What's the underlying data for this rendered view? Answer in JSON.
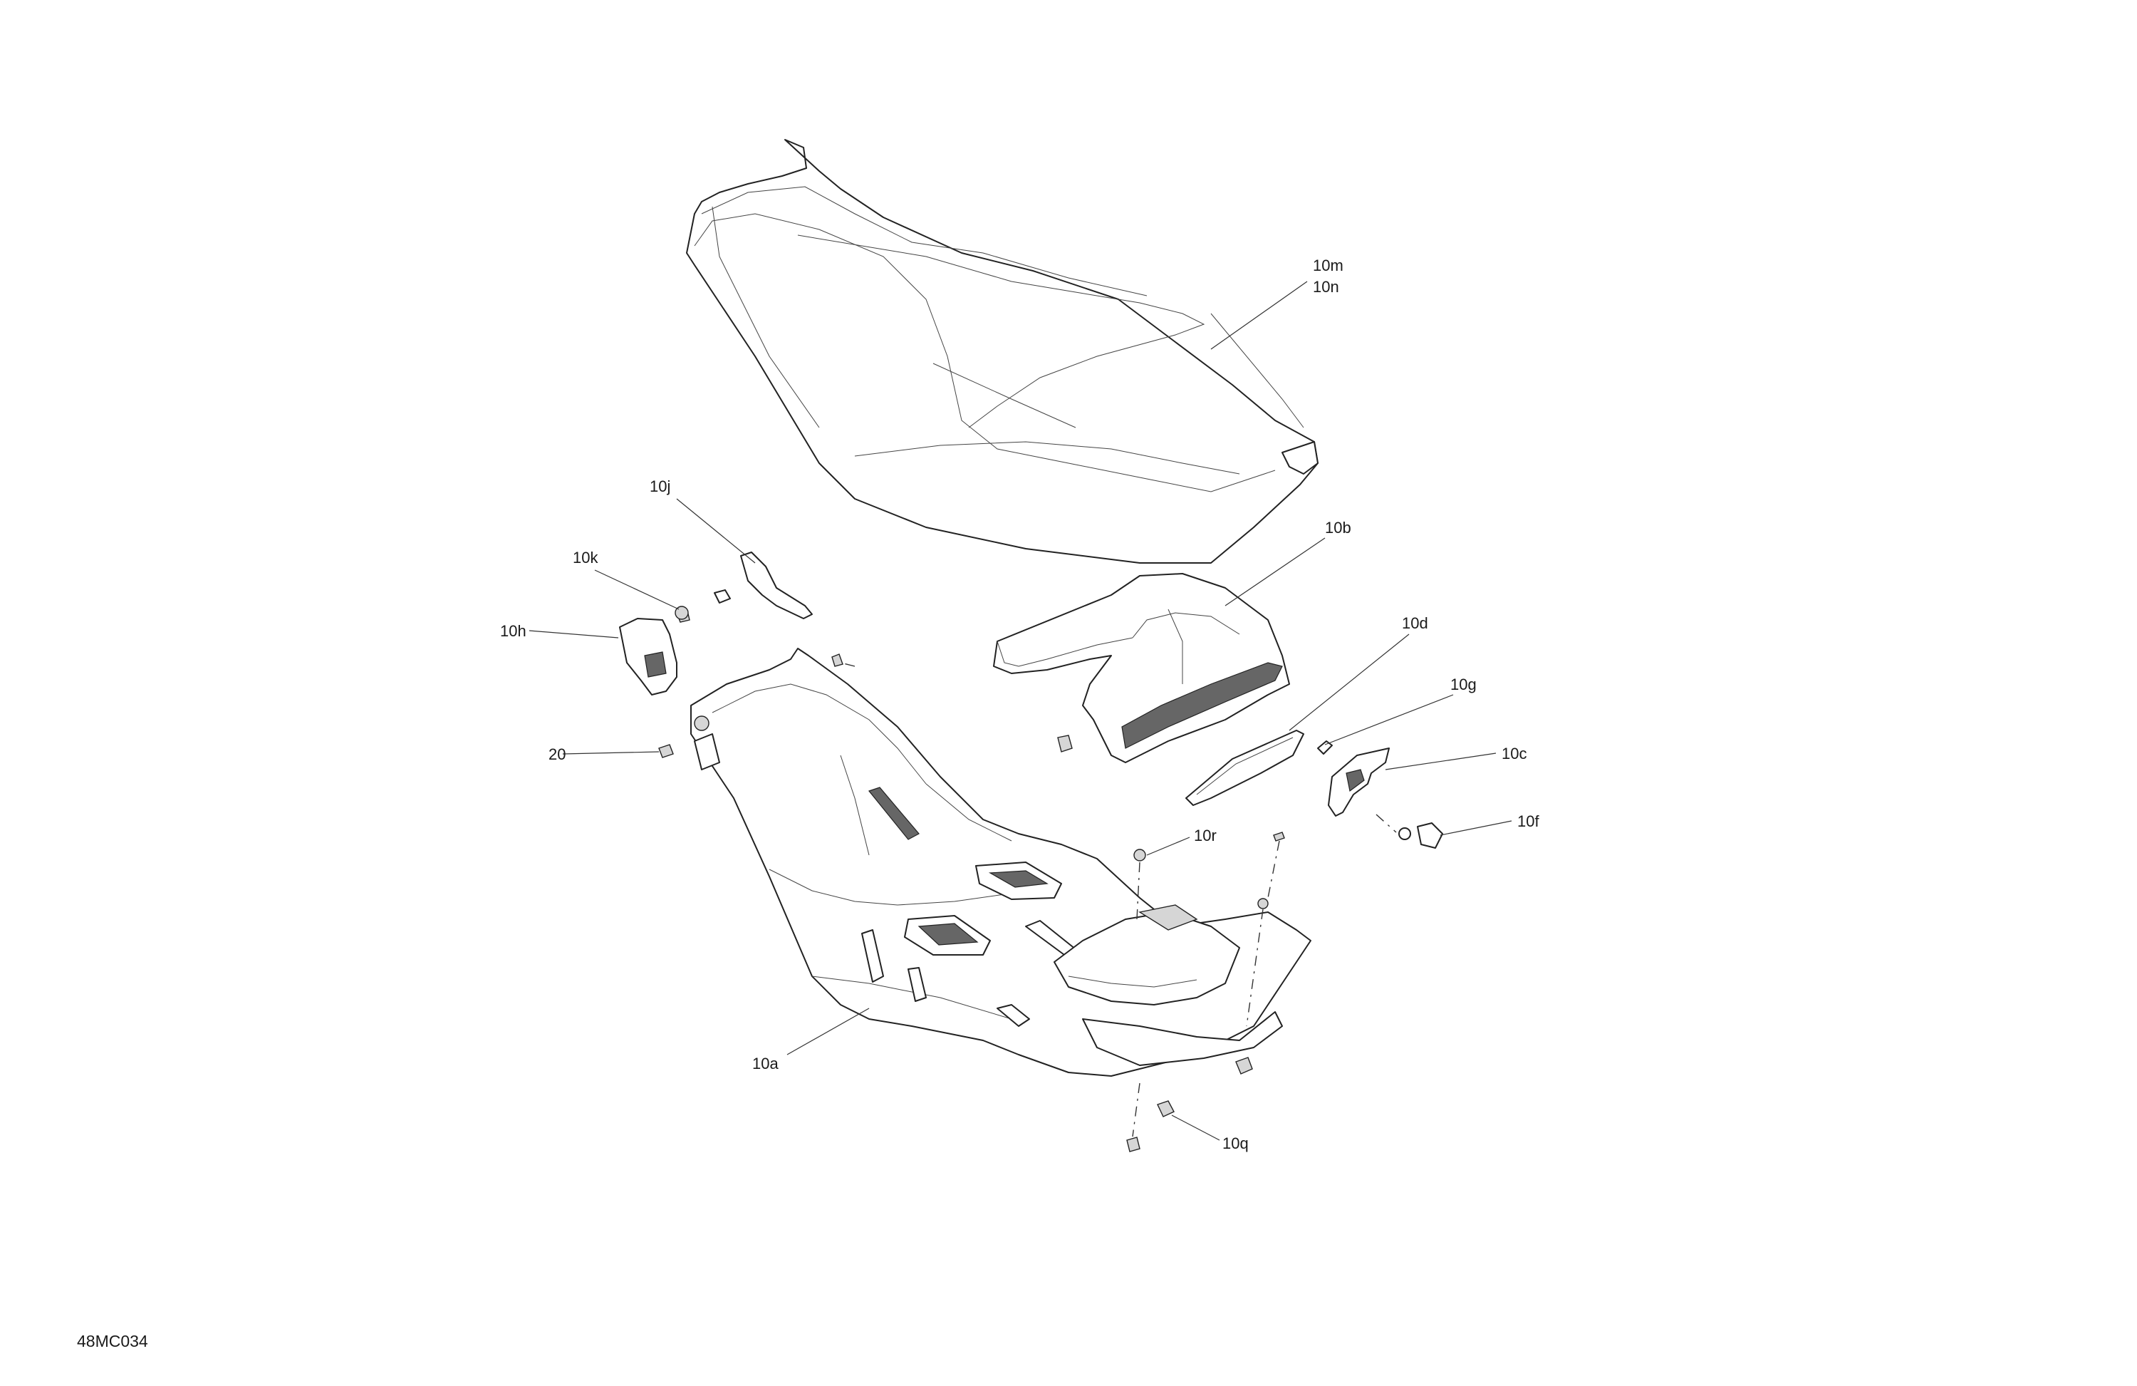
{
  "drawing": {
    "code": "48MC034",
    "callouts": [
      {
        "id": "10m",
        "label": "10m"
      },
      {
        "id": "10n",
        "label": "10n"
      },
      {
        "id": "10j",
        "label": "10j"
      },
      {
        "id": "10b",
        "label": "10b"
      },
      {
        "id": "10k",
        "label": "10k"
      },
      {
        "id": "10h",
        "label": "10h"
      },
      {
        "id": "10d",
        "label": "10d"
      },
      {
        "id": "10g",
        "label": "10g"
      },
      {
        "id": "20",
        "label": "20"
      },
      {
        "id": "10c",
        "label": "10c"
      },
      {
        "id": "10f",
        "label": "10f"
      },
      {
        "id": "10r",
        "label": "10r"
      },
      {
        "id": "10a",
        "label": "10a"
      },
      {
        "id": "10q",
        "label": "10q"
      }
    ]
  }
}
